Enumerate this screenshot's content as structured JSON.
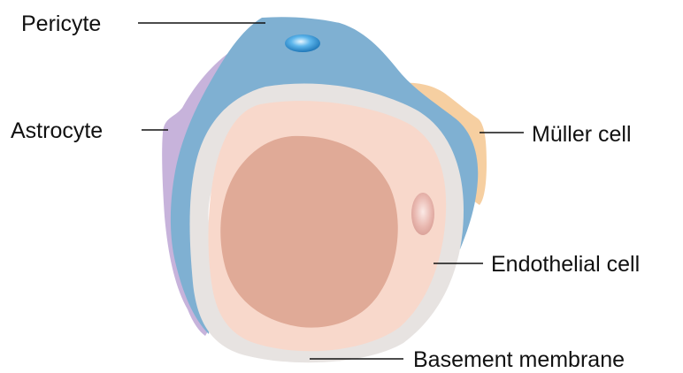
{
  "labels": {
    "pericyte": "Pericyte",
    "astrocyte": "Astrocyte",
    "muller_cell": "Müller cell",
    "endothelial_cell": "Endothelial cell",
    "basement_membrane": "Basement membrane"
  },
  "colors": {
    "pericyte": "#7fb0d2",
    "astrocyte": "#c7b3db",
    "muller_cell": "#f6cfa1",
    "basement_membrane": "#e7e3e1",
    "endothelial_cell": "#f8d8cb",
    "lumen": "#e0aa97",
    "endothelial_nucleus": "#e6b3ac",
    "pericyte_nucleus": "#2e8fd0",
    "text": "#111111"
  }
}
